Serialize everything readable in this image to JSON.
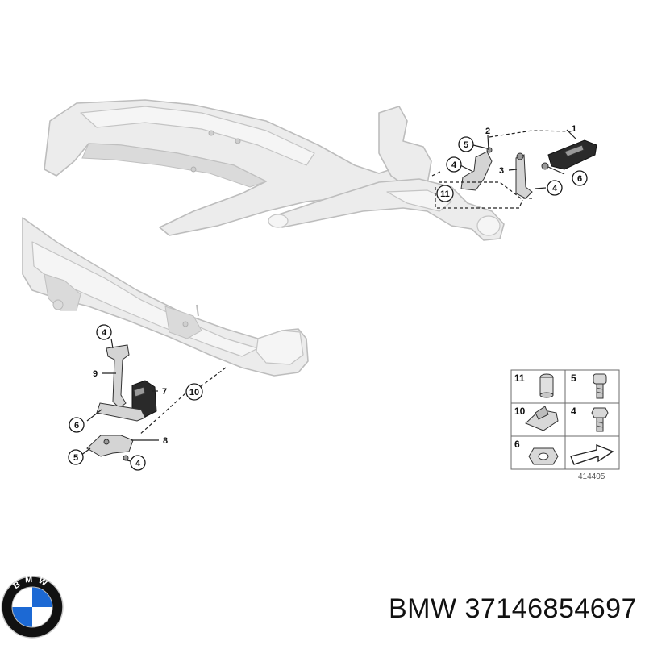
{
  "callouts_top": {
    "c1": "1",
    "c2": "2",
    "c3": "3",
    "c4a": "4",
    "c4b": "4",
    "c5": "5",
    "c6": "6",
    "c11": "11"
  },
  "callouts_bottom": {
    "c4a": "4",
    "c9": "9",
    "c7": "7",
    "c10": "10",
    "c6": "6",
    "c8": "8",
    "c5": "5",
    "c4b": "4"
  },
  "legend": {
    "cells": [
      "11",
      "5",
      "10",
      "4",
      "6"
    ]
  },
  "diagram_id": "414405",
  "logo": {
    "text": "BMW"
  },
  "part_number": "BMW 37146854697",
  "colors": {
    "frame": "#ececec",
    "outline": "#bdbdbd",
    "part_dark": "#2a2a2a",
    "logo_blue": "#1c69d4"
  }
}
